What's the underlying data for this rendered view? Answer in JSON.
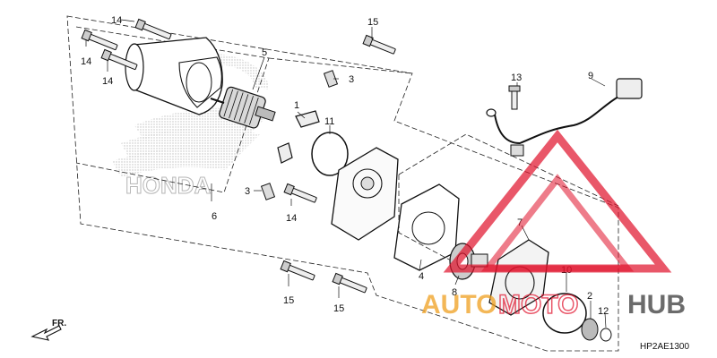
{
  "diagram": {
    "code": "HP2AE1300",
    "direction": "FR.",
    "callouts": [
      {
        "id": "c14a",
        "label": "14"
      },
      {
        "id": "c14b",
        "label": "14"
      },
      {
        "id": "c14c",
        "label": "14"
      },
      {
        "id": "c14d",
        "label": "14"
      },
      {
        "id": "c15a",
        "label": "15"
      },
      {
        "id": "c15b",
        "label": "15"
      },
      {
        "id": "c15c",
        "label": "15"
      },
      {
        "id": "c5",
        "label": "5"
      },
      {
        "id": "c3a",
        "label": "3"
      },
      {
        "id": "c3b",
        "label": "3"
      },
      {
        "id": "c1",
        "label": "1"
      },
      {
        "id": "c11",
        "label": "11"
      },
      {
        "id": "c6",
        "label": "6"
      },
      {
        "id": "c13",
        "label": "13"
      },
      {
        "id": "c9",
        "label": "9"
      },
      {
        "id": "c4",
        "label": "4"
      },
      {
        "id": "c7",
        "label": "7"
      },
      {
        "id": "c8",
        "label": "8"
      },
      {
        "id": "c10",
        "label": "10"
      },
      {
        "id": "c2",
        "label": "2"
      },
      {
        "id": "c12",
        "label": "12"
      }
    ]
  },
  "watermark": {
    "brand_outline": "HONDA",
    "part1": "AUTO",
    "part2": "MOTO",
    "part3": "HUB",
    "color_orange": "#f0a020",
    "color_red": "#e0102a",
    "color_dark": "#3a3a3a"
  }
}
